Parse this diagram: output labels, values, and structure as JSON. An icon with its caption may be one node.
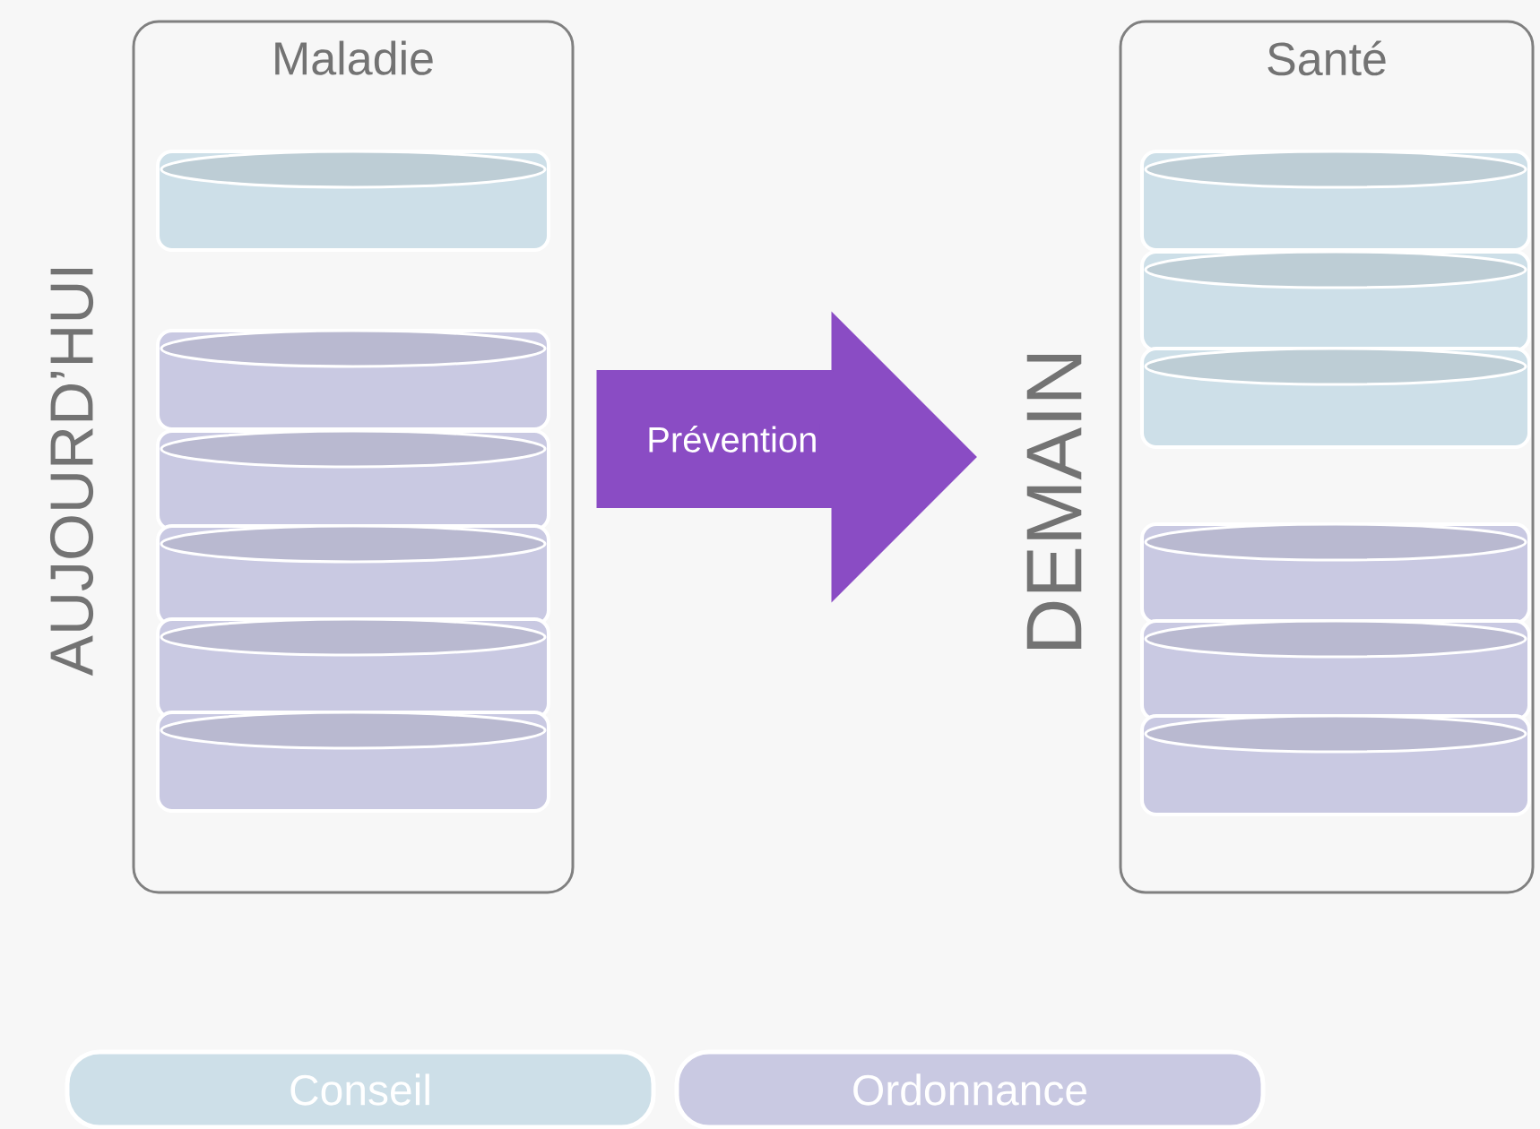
{
  "diagram": {
    "nodes": [
      {
        "text": [
          "Maladie"
        ],
        "beside": [
          "AUJOURD’HUI"
        ]
      },
      {
        "text": [],
        "shape": "cylinder",
        "in": 0
      },
      {
        "text": [],
        "shape": "cylinder",
        "in": 0
      },
      {
        "text": [],
        "shape": "cylinder",
        "in": 0
      },
      {
        "text": [],
        "shape": "cylinder",
        "in": 0
      },
      {
        "text": [],
        "shape": "cylinder",
        "in": 0
      },
      {
        "text": [],
        "shape": "cylinder",
        "in": 0
      },
      {
        "text": [
          "Santé"
        ],
        "beside": [
          "DEMAIN"
        ]
      },
      {
        "text": [],
        "shape": "cylinder",
        "in": 7
      },
      {
        "text": [],
        "shape": "cylinder",
        "in": 7
      },
      {
        "text": [],
        "shape": "cylinder",
        "in": 7
      },
      {
        "text": [],
        "shape": "cylinder",
        "in": 7
      },
      {
        "text": [],
        "shape": "cylinder",
        "in": 7
      },
      {
        "text": [],
        "shape": "cylinder",
        "in": 7
      }
    ],
    "edges": [
      {
        "from": 0,
        "to": 7,
        "arrow": "to",
        "label": "Prévention",
        "color": "#8a4cc4"
      }
    ],
    "legend": [
      {
        "text": "Conseil",
        "color": "#cddfe8"
      },
      {
        "text": "Ordonnance",
        "color": "#c9c9e2"
      }
    ]
  }
}
